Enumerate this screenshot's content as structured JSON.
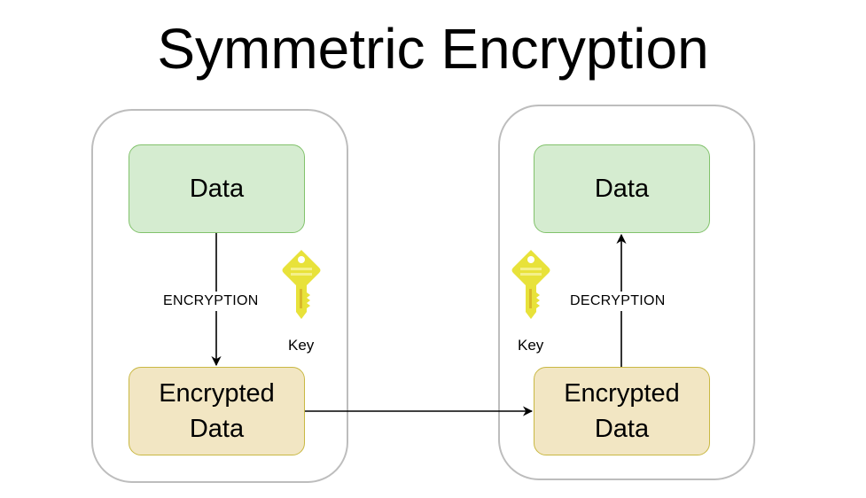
{
  "title": "Symmetric Encryption",
  "sender": {
    "plain_node": "Data",
    "cipher_node": "Encrypted\nData",
    "edge_label": "ENCRYPTION",
    "key_label": "Key",
    "key_icon": "key-icon"
  },
  "receiver": {
    "plain_node": "Data",
    "cipher_node": "Encrypted\nData",
    "edge_label": "DECRYPTION",
    "key_label": "Key",
    "key_icon": "key-icon"
  },
  "transfer_edge": {
    "from": "sender.cipher_node",
    "to": "receiver.cipher_node"
  },
  "colors": {
    "plain_fill": "#d5ecd0",
    "plain_stroke": "#82c26c",
    "cipher_fill": "#f2e6c3",
    "cipher_stroke": "#c9b843",
    "key_fill": "#e8e23a",
    "container_stroke": "#bdbdbd"
  }
}
